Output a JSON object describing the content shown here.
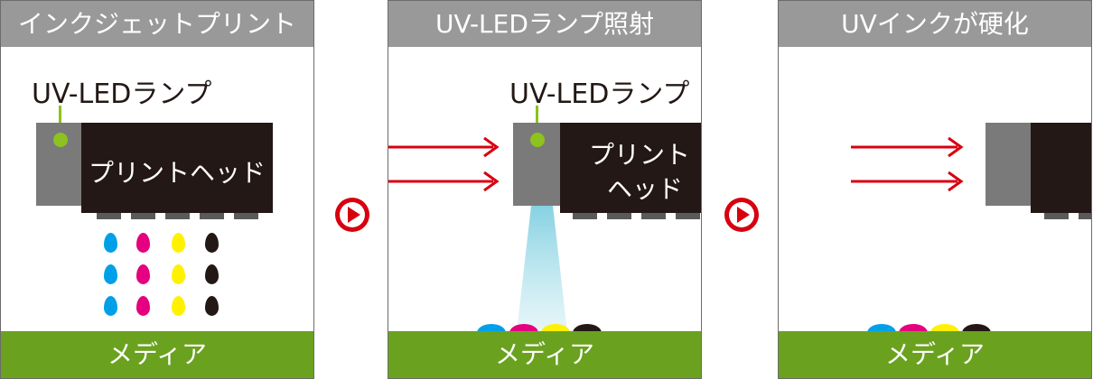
{
  "panels": [
    {
      "title": "インクジェットプリント",
      "lamp_label": "UV-LEDランプ",
      "head_label": "プリントヘッド",
      "media_label": "メディア"
    },
    {
      "title": "UV-LEDランプ照射",
      "lamp_label": "UV-LEDランプ",
      "head_label_line1": "プリント",
      "head_label_line2": "ヘッド",
      "media_label": "メディア"
    },
    {
      "title": "UVインクが硬化",
      "media_label": "メディア"
    }
  ],
  "ink_colors": [
    "#00a0e9",
    "#e4007f",
    "#fff100",
    "#231815"
  ],
  "colors": {
    "header_bg": "#999999",
    "media_green": "#6aa21f",
    "head_black": "#231815",
    "lamp_gray": "#7a7a7a",
    "uv_arrow_red": "#d7000f",
    "led_green": "#8dc21f"
  }
}
